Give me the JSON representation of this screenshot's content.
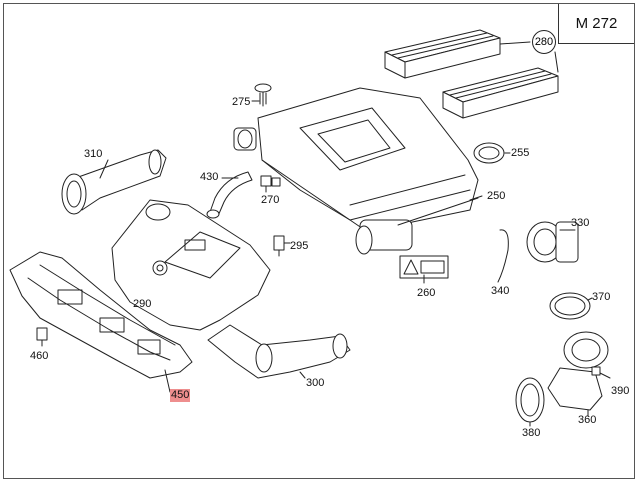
{
  "diagram": {
    "model": "M 272",
    "callouts": {
      "c275": "275",
      "c280": "280",
      "c255": "255",
      "c310": "310",
      "c430": "430",
      "c270": "270",
      "c250": "250",
      "c330": "330",
      "c295": "295",
      "c290": "290",
      "c340": "340",
      "c260": "260",
      "c370": "370",
      "c460": "460",
      "c300": "300",
      "c450": "450",
      "c390": "390",
      "c360": "360",
      "c380": "380"
    },
    "highlight_color": "#ee8e8e"
  }
}
